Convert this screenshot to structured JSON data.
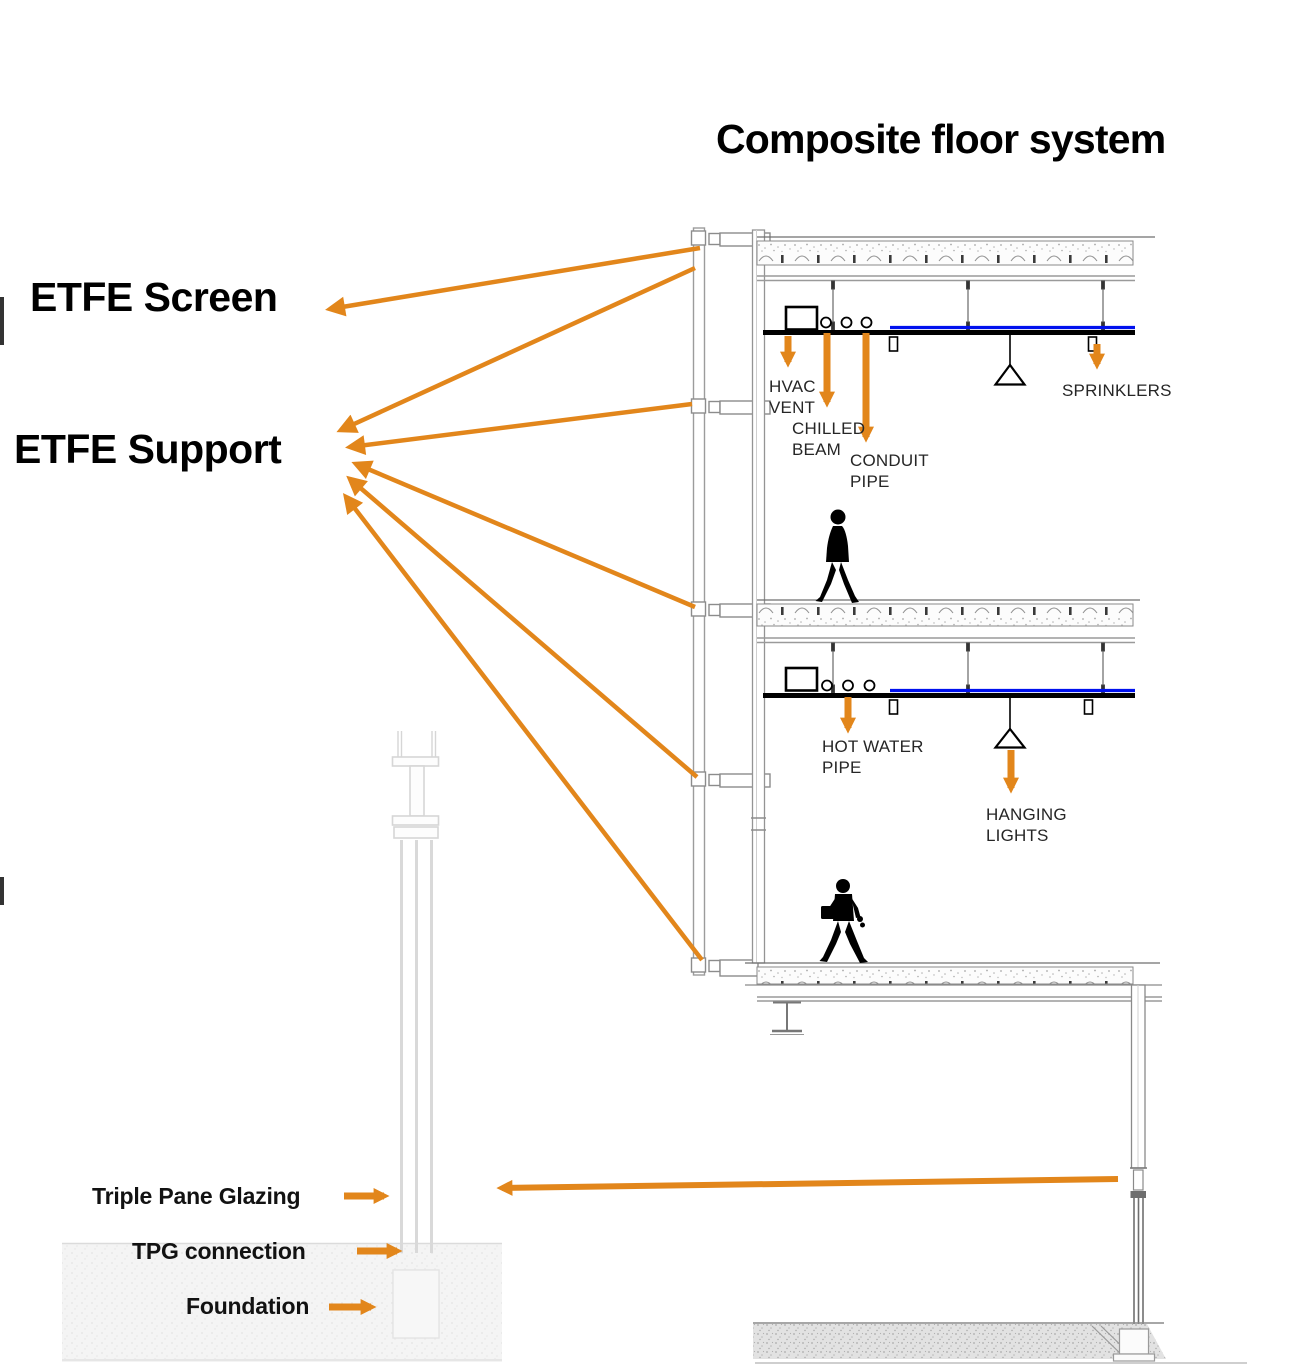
{
  "title": "Composite floor system",
  "side_labels": {
    "etfe_screen": "ETFE Screen",
    "etfe_support": "ETFE Support"
  },
  "component_labels": {
    "hvac_vent": "HVAC\nVENT",
    "chilled_beam": "CHILLED\nBEAM",
    "conduit_pipe": "CONDUIT\nPIPE",
    "sprinklers": "SPRINKLERS",
    "hot_water_pipe": "HOT WATER\nPIPE",
    "hanging_lights": "HANGING\nLIGHTS"
  },
  "base_labels": {
    "triple_pane_glazing": "Triple Pane Glazing",
    "tpg_connection": "TPG connection",
    "foundation": "Foundation"
  },
  "colors": {
    "accent_orange": "#E2861B",
    "chilled_beam_blue": "#0011EE"
  }
}
